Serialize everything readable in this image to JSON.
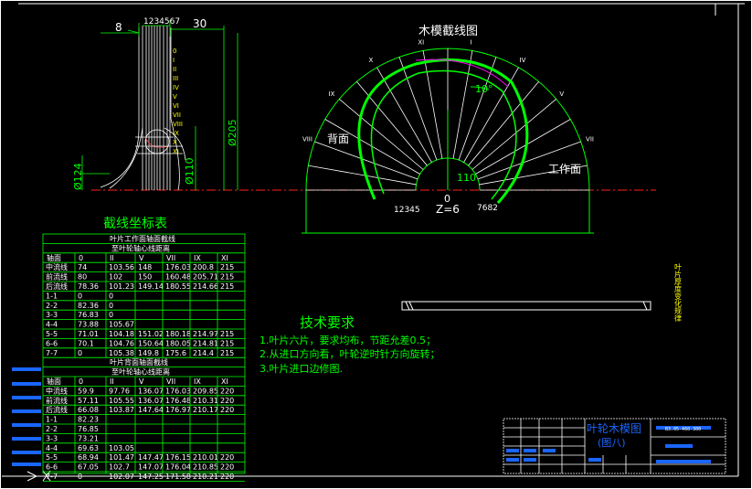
{
  "profile_dims": {
    "d8": "8",
    "d1234567": "1234567",
    "d30": "30",
    "d205": "Ø205",
    "d124": "Ø124",
    "d110": "Ø110",
    "section_labels": [
      "0",
      "I",
      "II",
      "III",
      "IV",
      "V",
      "VI",
      "VII",
      "VIII",
      "IX",
      "X",
      "XI"
    ]
  },
  "section_view": {
    "title": "木模截线图",
    "angle": "10°",
    "back_label": "背面",
    "work_label": "工作面",
    "hub_dim": "110",
    "center_zero": "0",
    "blades": "Z=6",
    "left_nums": "12345",
    "right_nums": "7682",
    "roman": [
      "XI",
      "X",
      "IX",
      "VIII",
      "VII",
      "V",
      "IV",
      "I"
    ]
  },
  "table": {
    "title": "截线坐标表",
    "sub1a": "叶片工作面轴面截线",
    "sub1b": "至叶轮轴心线距离",
    "sub2a": "叶片背面轴面截线",
    "sub2b": "至叶轮轴心线距离",
    "header": [
      "轴面",
      "0",
      "II",
      "V",
      "VII",
      "IX",
      "XI"
    ],
    "rows1": [
      [
        "中流线",
        "74",
        "103.56",
        "148",
        "176.03",
        "200.8",
        "215"
      ],
      [
        "前流线",
        "80",
        "102",
        "150",
        "160.48",
        "205.71",
        "215"
      ],
      [
        "后流线",
        "78.36",
        "101.23",
        "149.14",
        "180.55",
        "214.66",
        "215"
      ],
      [
        "1-1",
        "0",
        "0",
        "",
        "",
        "",
        ""
      ],
      [
        "2-2",
        "82.36",
        "0",
        "",
        "",
        "",
        ""
      ],
      [
        "3-3",
        "76.83",
        "0",
        "",
        "",
        "",
        ""
      ],
      [
        "4-4",
        "73.88",
        "105.67",
        "",
        "",
        "",
        ""
      ],
      [
        "5-5",
        "71.01",
        "104.18",
        "151.02",
        "180.18",
        "214.97",
        "215"
      ],
      [
        "6-6",
        "70.1",
        "104.76",
        "150.64",
        "180.05",
        "214.81",
        "215"
      ],
      [
        "7-7",
        "0",
        "105.38",
        "149.8",
        "175.6",
        "214.4",
        "215"
      ]
    ],
    "rows2": [
      [
        "中流线",
        "59.9",
        "97.76",
        "136.07",
        "176.03",
        "209.85",
        "220"
      ],
      [
        "前流线",
        "57.11",
        "105.55",
        "136.07",
        "176.48",
        "210.31",
        "220"
      ],
      [
        "后流线",
        "66.08",
        "103.87",
        "147.64",
        "176.97",
        "210.17",
        "220"
      ],
      [
        "1-1",
        "82.23",
        "",
        "",
        "",
        "",
        ""
      ],
      [
        "2-2",
        "76.85",
        "",
        "",
        "",
        "",
        ""
      ],
      [
        "3-3",
        "73.21",
        "",
        "",
        "",
        "",
        ""
      ],
      [
        "4-4",
        "69.63",
        "103.05",
        "",
        "",
        "",
        ""
      ],
      [
        "5-5",
        "68.94",
        "101.47",
        "147.47",
        "176.15",
        "210.01",
        "220"
      ],
      [
        "6-6",
        "67.05",
        "102.7",
        "147.07",
        "176.04",
        "210.85",
        "220"
      ],
      [
        "7-7",
        "0",
        "102.07",
        "147.25",
        "171.58",
        "210.21",
        "220"
      ]
    ]
  },
  "requirements": {
    "title": "技术要求",
    "item1": "1.叶片六片，要求均布，节距允差0.5；",
    "item2": "2.从进口方向看，叶轮逆时针方向旋转；",
    "item3": "3.叶片进口边修图."
  },
  "thickness_label": "叶片厚度变化规律",
  "title_block": {
    "name": "叶轮木模图",
    "sheet": "(图八)",
    "drawing_no": "B3.05-460-300"
  },
  "colors": {
    "green": "#00ff00",
    "white": "#ffffff",
    "cyan": "#00ffff",
    "red": "#ff0000",
    "blue": "#0000ff",
    "yellow": "#ffff00",
    "magenta": "#ff00ff"
  }
}
